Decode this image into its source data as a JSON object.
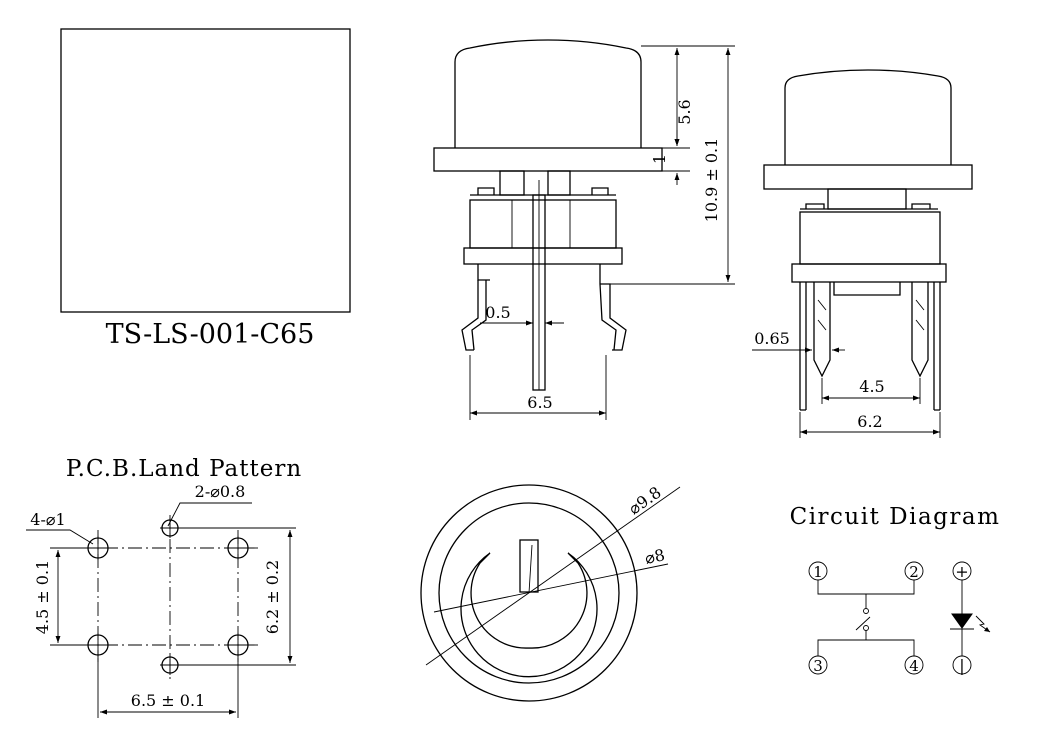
{
  "part_number": "TS-LS-001-C65",
  "front_view": {
    "dim_cap_height": "5.6",
    "dim_flange": "1",
    "dim_total_height": "10.9 ± 0.1",
    "dim_pin_width": "0.5",
    "dim_lead_span": "6.5"
  },
  "side_view": {
    "dim_pin_thickness": "0.65",
    "dim_pin_pitch": "4.5",
    "dim_body_width": "6.2"
  },
  "pcb": {
    "title": "P.C.B.Land Pattern",
    "large_holes": "4-⌀1",
    "small_holes": "2-⌀0.8",
    "dim_vertical_left": "4.5 ± 0.1",
    "dim_vertical_right": "6.2 ± 0.2",
    "dim_horizontal": "6.5 ± 0.1"
  },
  "top_view": {
    "dim_outer": "⌀9.8",
    "dim_inner": "⌀8"
  },
  "circuit": {
    "title": "Circuit Diagram",
    "pins": [
      "1",
      "2",
      "3",
      "4"
    ],
    "led_plus": "+",
    "led_minus": "|"
  }
}
